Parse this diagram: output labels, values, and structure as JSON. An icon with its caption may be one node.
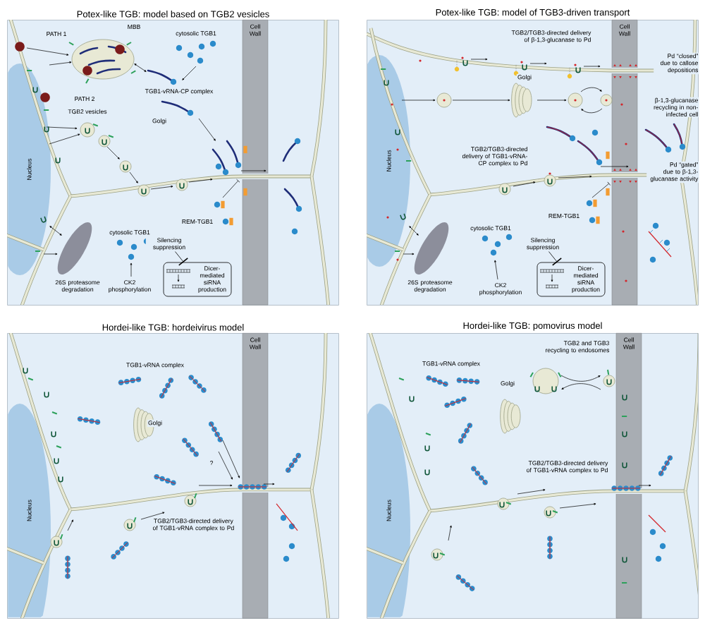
{
  "diagram": {
    "nodes": [
      {
        "text": [
          "Potex-like TGB: model based on TGB2 vesicles"
        ]
      },
      {
        "text": [
          "Nucleus"
        ],
        "in": 0
      },
      {
        "text": [
          "Cell Wall"
        ],
        "in": 0
      },
      {
        "text": [
          "Silencing suppression"
        ],
        "in": 0
      },
      {
        "text": [
          "Dicer-mediated siRNA production"
        ],
        "in": 0
      },
      {
        "text": [
          "Potex-like TGB: model of TGB3-driven transport"
        ]
      },
      {
        "text": [
          "Nucleus"
        ],
        "in": 5
      },
      {
        "text": [
          "Cell Wall"
        ],
        "in": 5
      },
      {
        "text": [
          "Silencing suppression"
        ],
        "in": 5
      },
      {
        "text": [
          "Dicer-mediated siRNA production"
        ],
        "in": 5
      },
      {
        "text": [
          "Hordei-like TGB: hordeivirus model"
        ]
      },
      {
        "text": [
          "Nucleus"
        ],
        "in": 10
      },
      {
        "text": [
          "Cell Wall"
        ],
        "in": 10
      },
      {
        "text": [
          "Hordei-like TGB: pomovirus model"
        ]
      },
      {
        "text": [
          "Nucleus"
        ],
        "in": 13
      },
      {
        "text": [
          "Cell Wall"
        ],
        "in": 13
      }
    ],
    "edges": [
      {
        "from": 3,
        "to": 4,
        "arrow": "other"
      },
      {
        "from": 8,
        "to": 9,
        "arrow": "other"
      }
    ],
    "labels": [
      "PATH 1",
      "MBB",
      "cytosolic TGB1",
      "TGB1-vRNA-CP complex",
      "PATH 2",
      "TGB2 vesicles",
      "Golgi",
      "REM-TGB1",
      "cytosolic TGB1",
      "26S proteasome degradation",
      "CK2 phosphorylation",
      "TGB2/TGB3-directed delivery of β-1,3-glucanase to Pd",
      "Pd “closed” due to callose depositions",
      "Golgi",
      "β-1,3-glucanase recycling in non-infected cell",
      "TGB2/TGB3-directed delivery of TGB1-vRNA-CP complex to Pd",
      "Pd “gated” due to β-1,3-glucanase activity",
      "REM-TGB1",
      "cytosolic TGB1",
      "26S proteasome degradation",
      "CK2 phosphorylation",
      "TGB1-vRNA complex",
      "Golgi",
      "?",
      "TGB2/TGB3-directed delivery of TGB1-vRNA complex to Pd",
      "TGB2 and TGB3 recycling to endosomes",
      "TGB1-vRNA complex",
      "Golgi",
      "TGB2/TGB3-directed delivery of TGB1-vRNA complex to Pd"
    ]
  }
}
